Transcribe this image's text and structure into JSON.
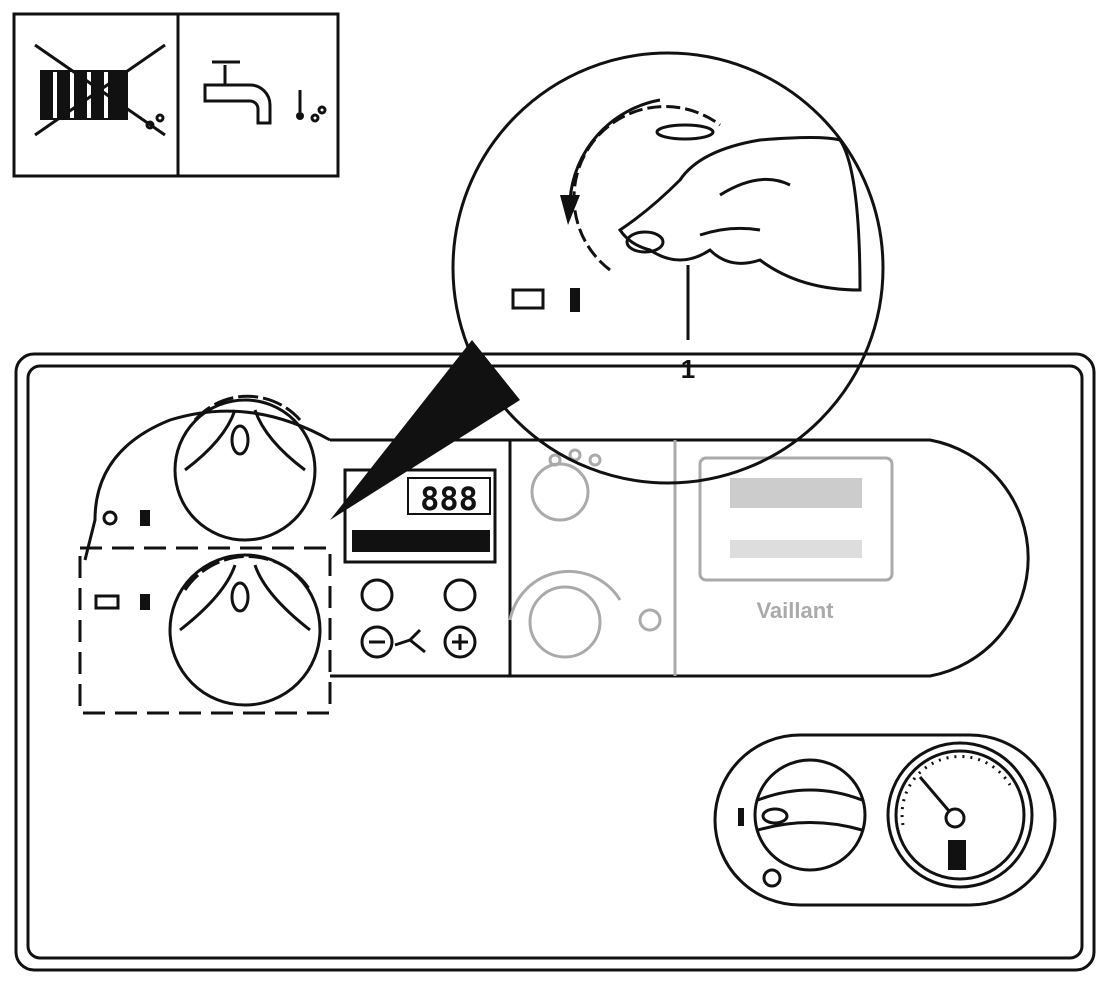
{
  "diagram": {
    "callout_label": "1",
    "display_digits": "888",
    "brand_logo": "Vaillant",
    "icons": {
      "heating_off": "radiator-crossed-icon",
      "hot_water": "tap-icon",
      "hand": "hand-turning-knob-icon",
      "rotation": "counterclockwise-arrow-icon",
      "pressure_gauge": "pressure-gauge-icon"
    },
    "colors": {
      "line": "#111111",
      "faded": "#aaaaaa",
      "display_bar": "#111111"
    }
  }
}
